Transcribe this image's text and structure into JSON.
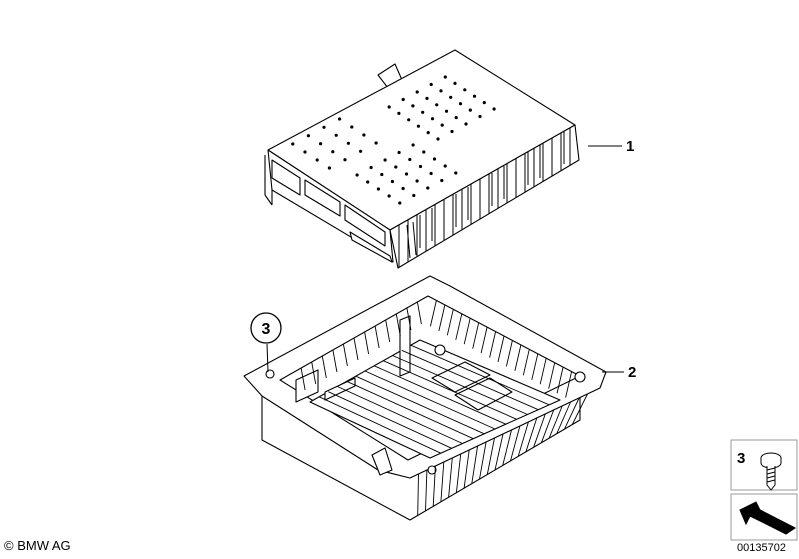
{
  "callouts": {
    "part1": "1",
    "part2": "2",
    "part3_circle": "3",
    "part3_legend": "3"
  },
  "footer": {
    "copyright": "© BMW AG",
    "diagram_number": "00135702"
  }
}
